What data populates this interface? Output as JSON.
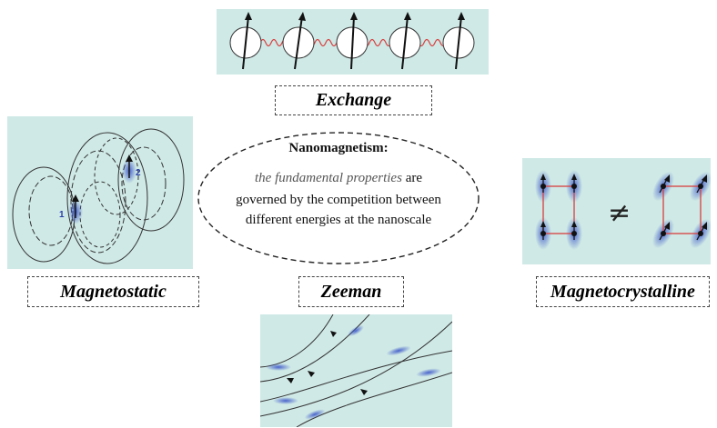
{
  "center": {
    "title": "Nanomagnetism:",
    "line1_italic": "the fundamental properties",
    "line1_rest": " are",
    "line2": "governed by the competition between",
    "line3": "different energies at the nanoscale"
  },
  "labels": {
    "exchange": "Exchange",
    "magnetostatic": "Magnetostatic",
    "zeeman": "Zeeman",
    "magnetocrystalline": "Magnetocrystalline"
  },
  "magnetostatic_markers": {
    "m1": "1",
    "m2": "2"
  },
  "not_equal_symbol": "≠",
  "colors": {
    "panel_bg": "#cfe9e6",
    "spring": "#d84040",
    "lattice": "#d84040",
    "spin_blob": "#3a55c8"
  }
}
